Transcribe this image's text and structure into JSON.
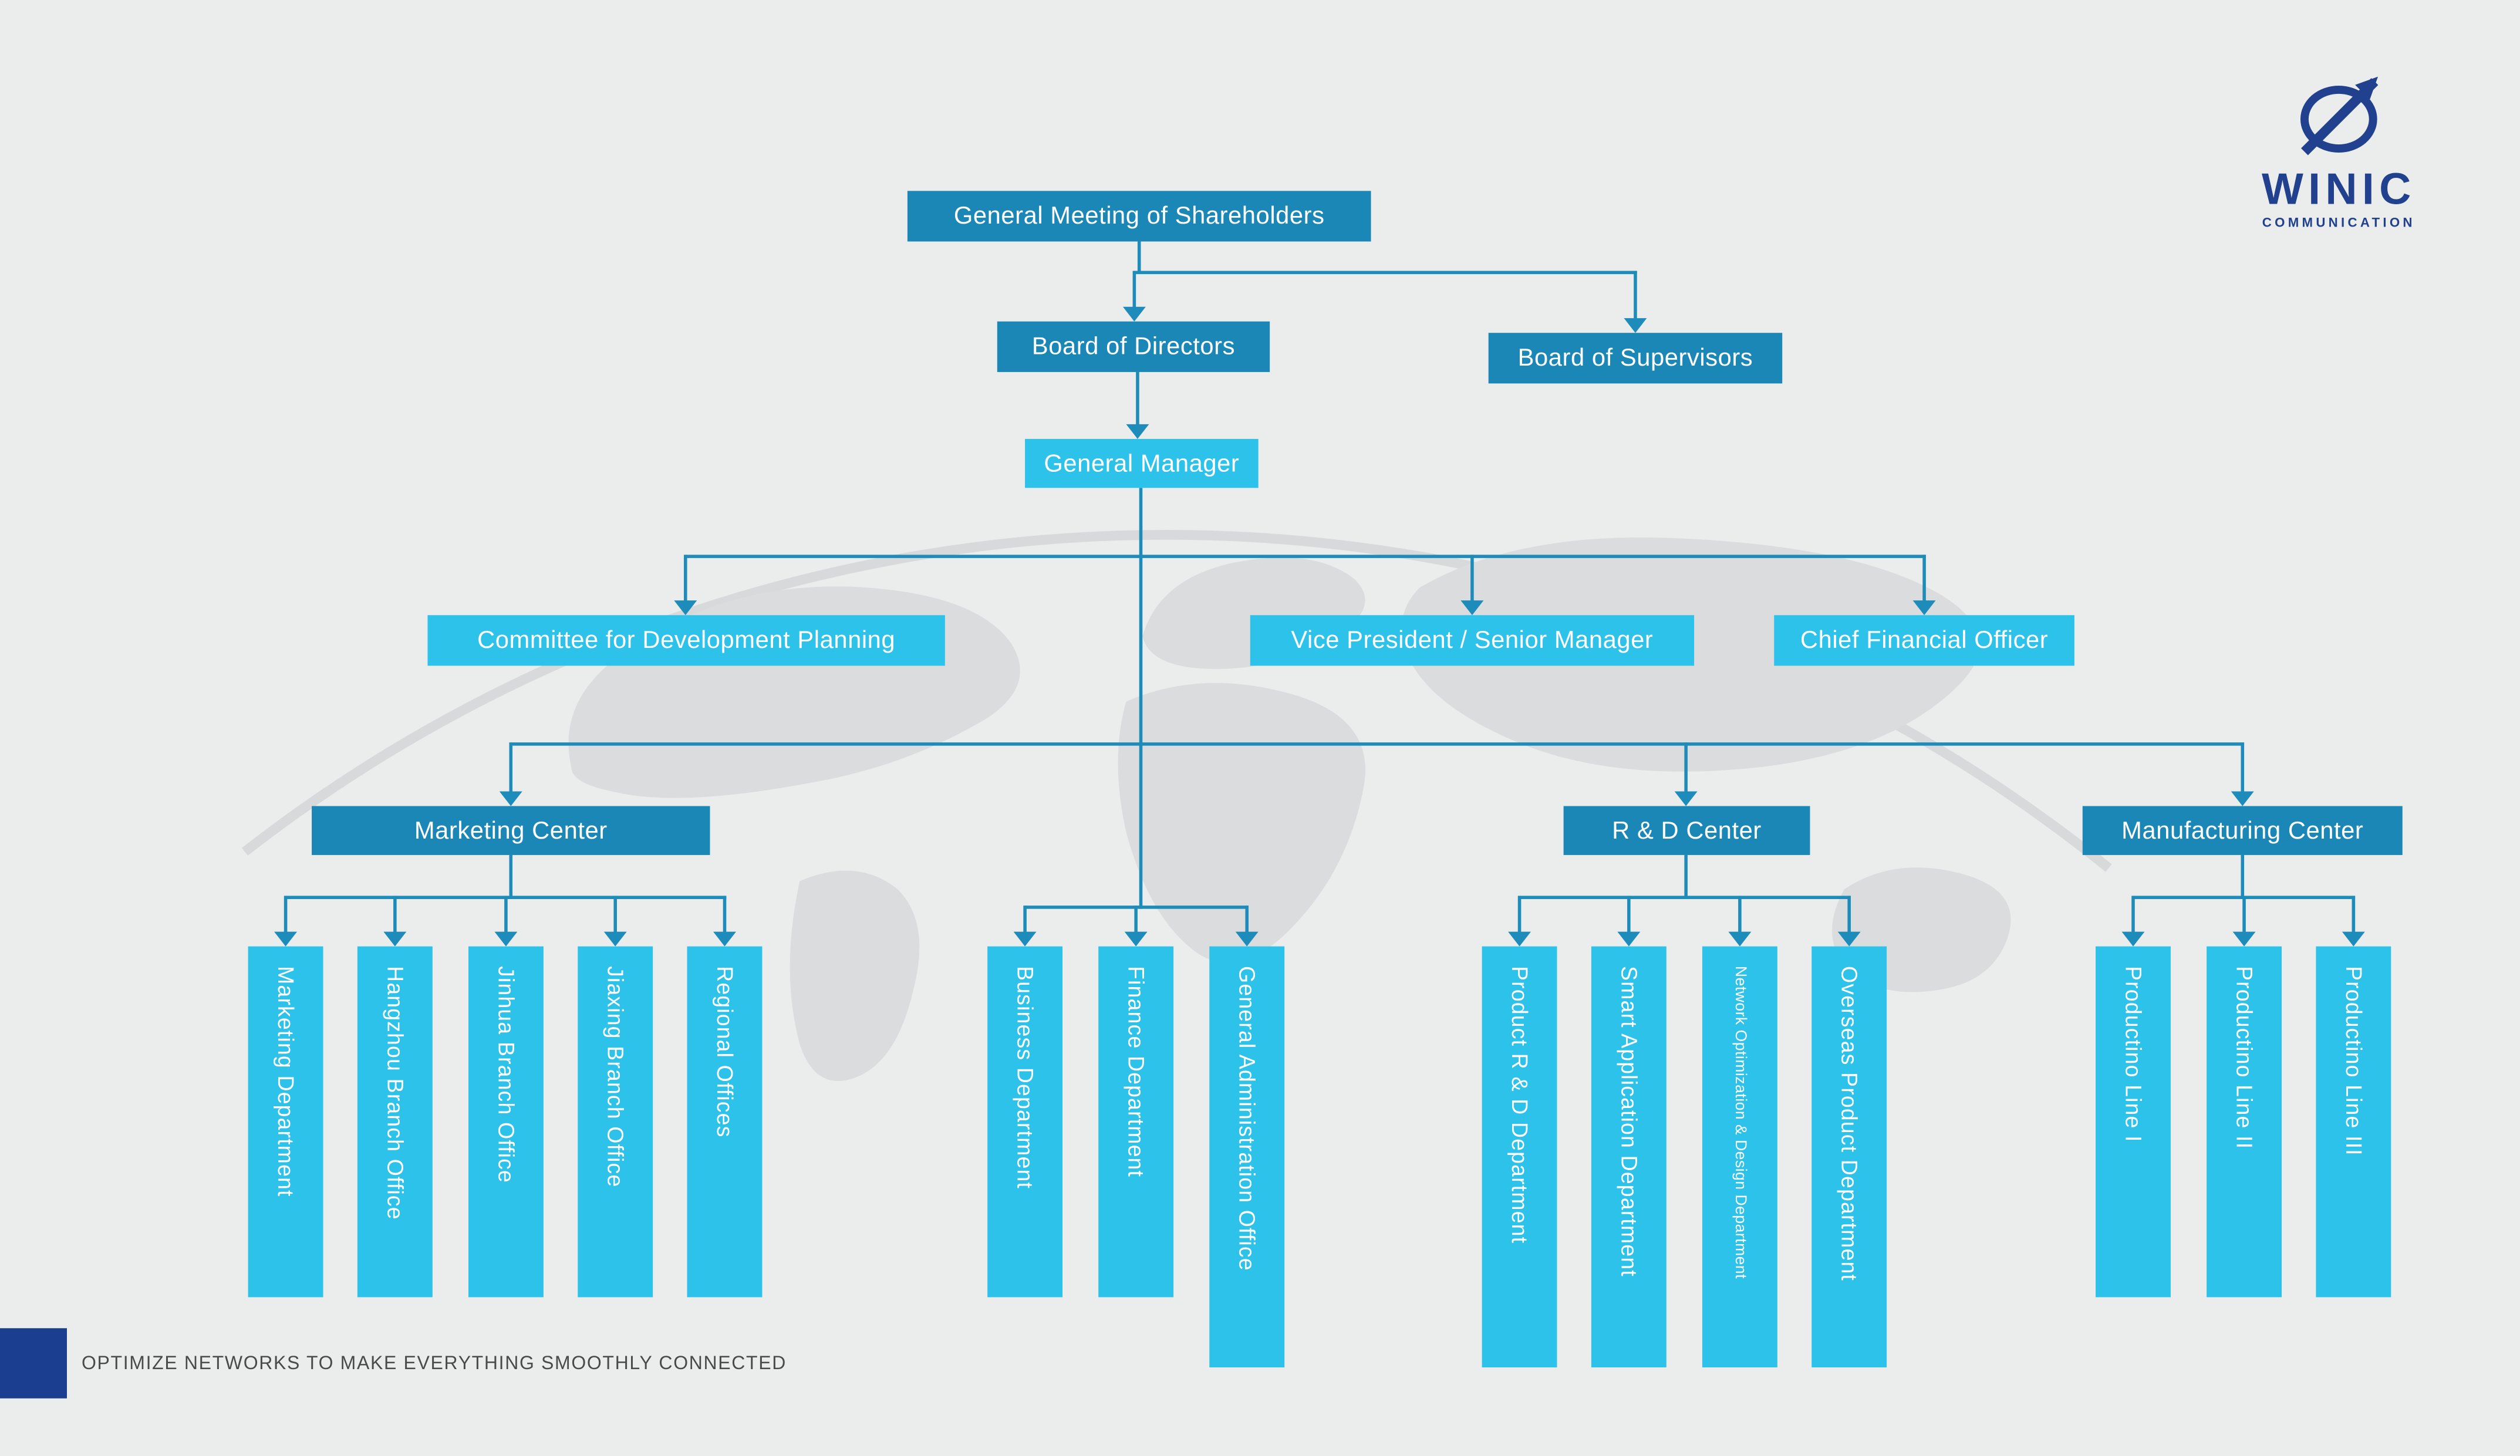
{
  "colors": {
    "page_bg": "#ebecec",
    "dark_box": "#1a87b7",
    "light_box": "#2dc2e9",
    "connector": "#1e8cba",
    "logo_navy": "#21418e",
    "watermark": "#dadcdd"
  },
  "logo": {
    "brand": "WINIC",
    "subtitle": "COMMUNICATION"
  },
  "footer": {
    "tagline": "OPTIMIZE NETWORKS TO MAKE EVERYTHING SMOOTHLY CONNECTED"
  },
  "org": {
    "shareholders": "General Meeting of Shareholders",
    "board_of_directors": "Board of Directors",
    "board_of_supervisors": "Board of Supervisors",
    "general_manager": "General Manager",
    "staff": [
      "Committee for Development Planning",
      "Vice President / Senior Manager",
      "Chief Financial Officer"
    ],
    "centers": [
      "Marketing Center",
      "R & D Center",
      "Manufacturing Center"
    ],
    "marketing_departments": [
      "Marketing Department",
      "Hangzhou Branch Office",
      "Jinhua Branch Office",
      "Jiaxing Branch Office",
      "Regional Offices"
    ],
    "gm_departments": [
      "Business Department",
      "Finance Department",
      "General Administration Office"
    ],
    "rd_departments": [
      "Product R & D Department",
      "Smart Application Department",
      "Network Optimization & Design Department",
      "Overseas Product Department"
    ],
    "manufacturing_departments": [
      "Productino Line I",
      "Productino Line II",
      "Productino Line III"
    ]
  }
}
